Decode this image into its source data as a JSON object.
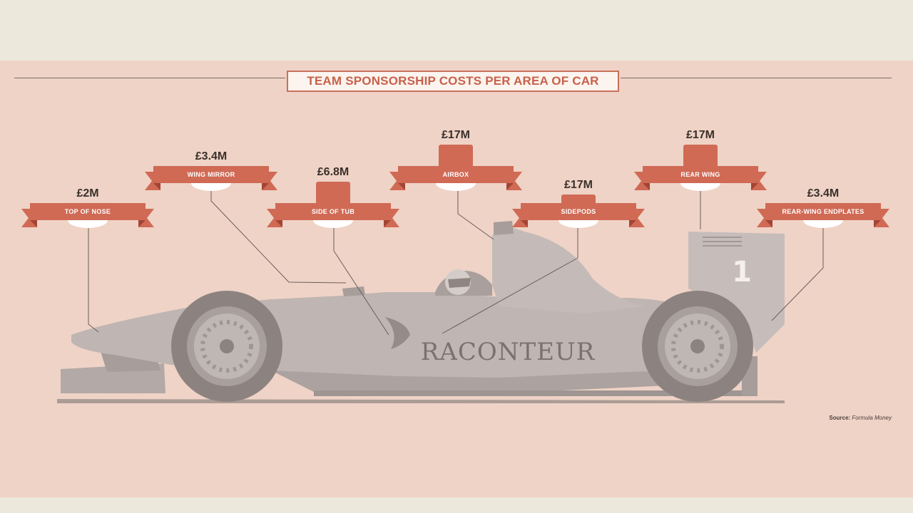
{
  "title": "TEAM SPONSORSHIP COSTS PER AREA OF CAR",
  "colors": {
    "background": "#ece8db",
    "panel": "#efd3c6",
    "banner": "#d06a55",
    "banner_dark": "#a24535",
    "car": "#bfb5b2",
    "car_shadow": "#a79d9a",
    "title_text": "#c8614a"
  },
  "sponsorship_areas": [
    {
      "label": "TOP OF NOSE",
      "cost": "£2M"
    },
    {
      "label": "WING MIRROR",
      "cost": "£3.4M"
    },
    {
      "label": "SIDE OF TUB",
      "cost": "£6.8M"
    },
    {
      "label": "AIRBOX",
      "cost": "£17M"
    },
    {
      "label": "SIDEPODS",
      "cost": "£17M"
    },
    {
      "label": "REAR WING",
      "cost": "£17M"
    },
    {
      "label": "REAR-WING ENDPLATES",
      "cost": "£3.4M"
    }
  ],
  "car": {
    "brand": "RACONTEUR",
    "number": "1"
  },
  "credit": {
    "prefix": "Source:",
    "source": "Formula Money"
  }
}
